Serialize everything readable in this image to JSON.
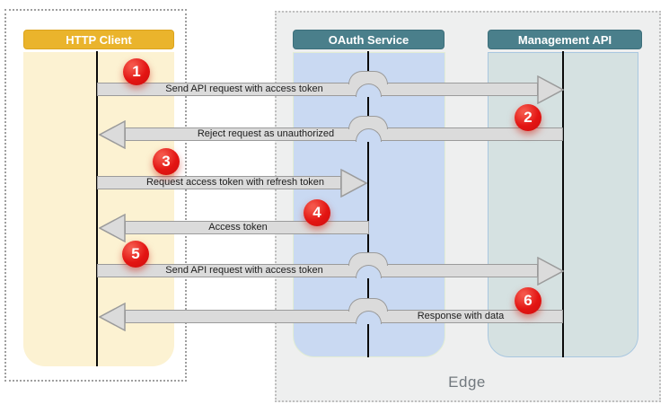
{
  "diagram": {
    "type": "sequence-diagram",
    "description": "OAuth access-token refresh flow between an HTTP client and Apigee Edge services"
  },
  "actors": [
    {
      "id": "http-client",
      "label": "HTTP Client",
      "zone": "client"
    },
    {
      "id": "oauth-service",
      "label": "OAuth Service",
      "zone": "edge"
    },
    {
      "id": "management-api",
      "label": "Management API",
      "zone": "edge"
    }
  ],
  "zones": {
    "edge_label": "Edge"
  },
  "messages": [
    {
      "step": 1,
      "label": "Send API request with access token",
      "from": "http-client",
      "to": "management-api",
      "direction": "right"
    },
    {
      "step": 2,
      "label": "Reject request as unauthorized",
      "from": "management-api",
      "to": "http-client",
      "direction": "left"
    },
    {
      "step": 3,
      "label": "Request access token with refresh token",
      "from": "http-client",
      "to": "oauth-service",
      "direction": "right"
    },
    {
      "step": 4,
      "label": "Access token",
      "from": "oauth-service",
      "to": "http-client",
      "direction": "left"
    },
    {
      "step": 5,
      "label": "Send API request with access token",
      "from": "http-client",
      "to": "management-api",
      "direction": "right"
    },
    {
      "step": 6,
      "label": "Response with data",
      "from": "management-api",
      "to": "http-client",
      "direction": "left"
    }
  ],
  "colors": {
    "client_header": "#eab42c",
    "service_header": "#4a7f8b",
    "client_column": "#fcf2d2",
    "oauth_column": "#c9d9f2",
    "management_column": "#d5e1e1",
    "edge_zone_fill": "#eeefef",
    "arrow_fill": "#dbdbdb",
    "arrow_border": "#9b9b9b",
    "badge_red": "#e31513"
  }
}
